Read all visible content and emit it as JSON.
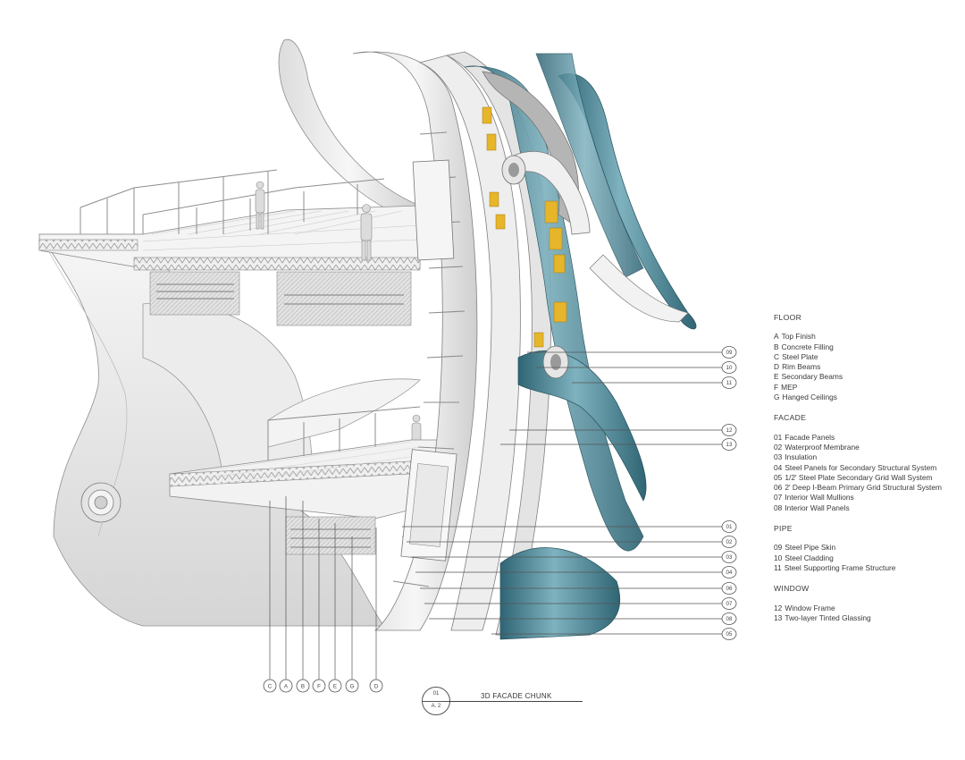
{
  "legend": {
    "sections": [
      {
        "title": "FLOOR",
        "items": [
          {
            "code": "A",
            "label": "Top Finish"
          },
          {
            "code": "B",
            "label": "Concrete Filling"
          },
          {
            "code": "C",
            "label": "Steel Plate"
          },
          {
            "code": "D",
            "label": "Rim Beams"
          },
          {
            "code": "E",
            "label": "Secondary Beams"
          },
          {
            "code": "F",
            "label": "MEP"
          },
          {
            "code": "G",
            "label": "Hanged Ceilings"
          }
        ]
      },
      {
        "title": "FACADE",
        "items": [
          {
            "code": "01",
            "label": "Facade Panels"
          },
          {
            "code": "02",
            "label": "Waterproof Membrane"
          },
          {
            "code": "03",
            "label": "Insulation"
          },
          {
            "code": "04",
            "label": "Steel Panels for Secondary Structural System"
          },
          {
            "code": "05",
            "label": "1/2' Steel Plate Secondary Grid Wall System"
          },
          {
            "code": "06",
            "label": "2' Deep I-Beam Primary Grid Structural System"
          },
          {
            "code": "07",
            "label": "Interior Wall Mullions"
          },
          {
            "code": "08",
            "label": "Interior Wall Panels"
          }
        ]
      },
      {
        "title": "PIPE",
        "items": [
          {
            "code": "09",
            "label": "Steel Pipe Skin"
          },
          {
            "code": "10",
            "label": "Steel Cladding"
          },
          {
            "code": "11",
            "label": "Steel Supporting Frame Structure"
          }
        ]
      },
      {
        "title": "WINDOW",
        "items": [
          {
            "code": "12",
            "label": "Window Frame"
          },
          {
            "code": "13",
            "label": "Two-layer Tinted Glassing"
          }
        ]
      }
    ]
  },
  "callouts_right": [
    "09",
    "10",
    "11",
    "12",
    "13",
    "01",
    "02",
    "03",
    "04",
    "06",
    "07",
    "08",
    "05"
  ],
  "callouts_bottom": [
    "C",
    "A",
    "B",
    "F",
    "E",
    "G",
    "D"
  ],
  "title_block": {
    "number": "01",
    "sheet": "A. 2",
    "title": "3D FACADE CHUNK"
  },
  "colors": {
    "structure_white": "#f2f2f2",
    "structure_shade": "#d9d9d9",
    "line": "#555555",
    "pipe_teal": "#5f97a6",
    "pipe_teal_dark": "#2f6574",
    "accent_yellow": "#e6b52a"
  }
}
